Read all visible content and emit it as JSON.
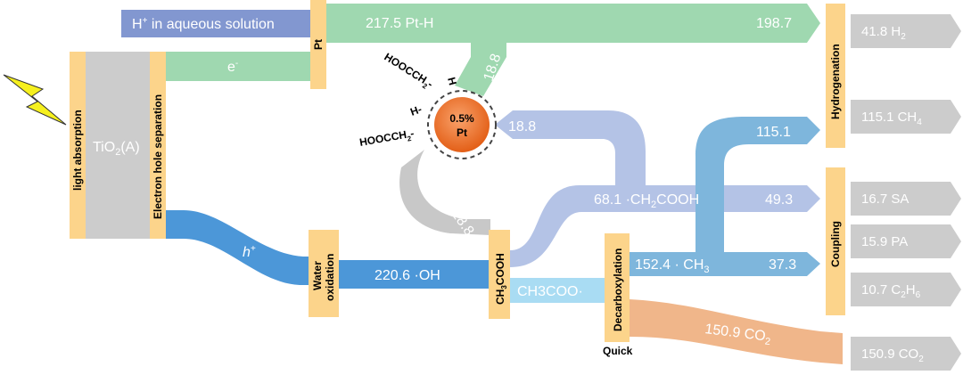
{
  "colors": {
    "node": "#fcd48b",
    "tio2": "#cccccc",
    "proton": "#8297d0",
    "pt_h": "#9fd8b0",
    "hole": "#4c97d8",
    "oh": "#4c97d8",
    "acetate_radical": "#a9dcf3",
    "ch2cooh": "#b4c3e6",
    "ch3": "#7eb6dc",
    "co2": "#f0b68a",
    "grey_flow": "#c8c8c8",
    "product": "#cccccc",
    "pt_particle": "#e8722a"
  },
  "nodes": {
    "light_absorption": "light absorption",
    "electron_hole_separation": "Electron hole separation",
    "pt": "Pt",
    "water_oxidation_line1": "Water",
    "water_oxidation_line2": "oxidation",
    "ch3cooh_main": "CH",
    "ch3cooh_sub": "3",
    "ch3cooh_tail": "COOH",
    "decarboxylation": "Decarboxylation",
    "hydrogenation": "Hydrogenation",
    "coupling": "Coupling"
  },
  "tio2": {
    "main": "TiO",
    "sub": "2",
    "tail": "(A)"
  },
  "flows": {
    "h_plus_main": "H",
    "h_plus_sup": "+",
    "h_plus_tail": " in aqueous solution",
    "electron_main": "e",
    "electron_sup": "-",
    "hole_main": "h",
    "hole_sup": "+",
    "pt_h_in": "217.5 Pt-H",
    "pt_h_out": "198.7",
    "pt_down": "18.8",
    "ch2_from_pt": "18.8",
    "grey_down": "18.8",
    "oh": "220.6 ·OH",
    "ch2cooh_main": "68.1 ·CH",
    "ch2cooh_sub": "2",
    "ch2cooh_tail": "COOH",
    "ch2cooh_out": "49.3",
    "ch3_in": "152.4 · CH",
    "ch3_in_sub": "3",
    "ch3_out": "37.3",
    "ch4_in": "115.1",
    "acetate_radical": "CH3COO·",
    "co2_main": "150.9 CO",
    "co2_sub": "2"
  },
  "particle": {
    "line1": "0.5%",
    "line2": "Pt",
    "h_top": "H",
    "h_mid": "H-",
    "ligand_top_a": "HOOCCH",
    "ligand_top_sub": "2",
    "ligand_top_b": "-",
    "ligand_bot_a": "HOOCCH",
    "ligand_bot_sub": "2",
    "ligand_bot_b": "-"
  },
  "annotation_quick": "Quick",
  "products": {
    "h2_main": "41.8 H",
    "h2_sub": "2",
    "ch4_main": "115.1 CH",
    "ch4_sub": "4",
    "sa": "16.7 SA",
    "pa": "15.9 PA",
    "c2h6_main": "10.7 C",
    "c2h6_sub1": "2",
    "c2h6_mid": "H",
    "c2h6_sub2": "6",
    "co2_main": "150.9 CO",
    "co2_sub": "2"
  }
}
